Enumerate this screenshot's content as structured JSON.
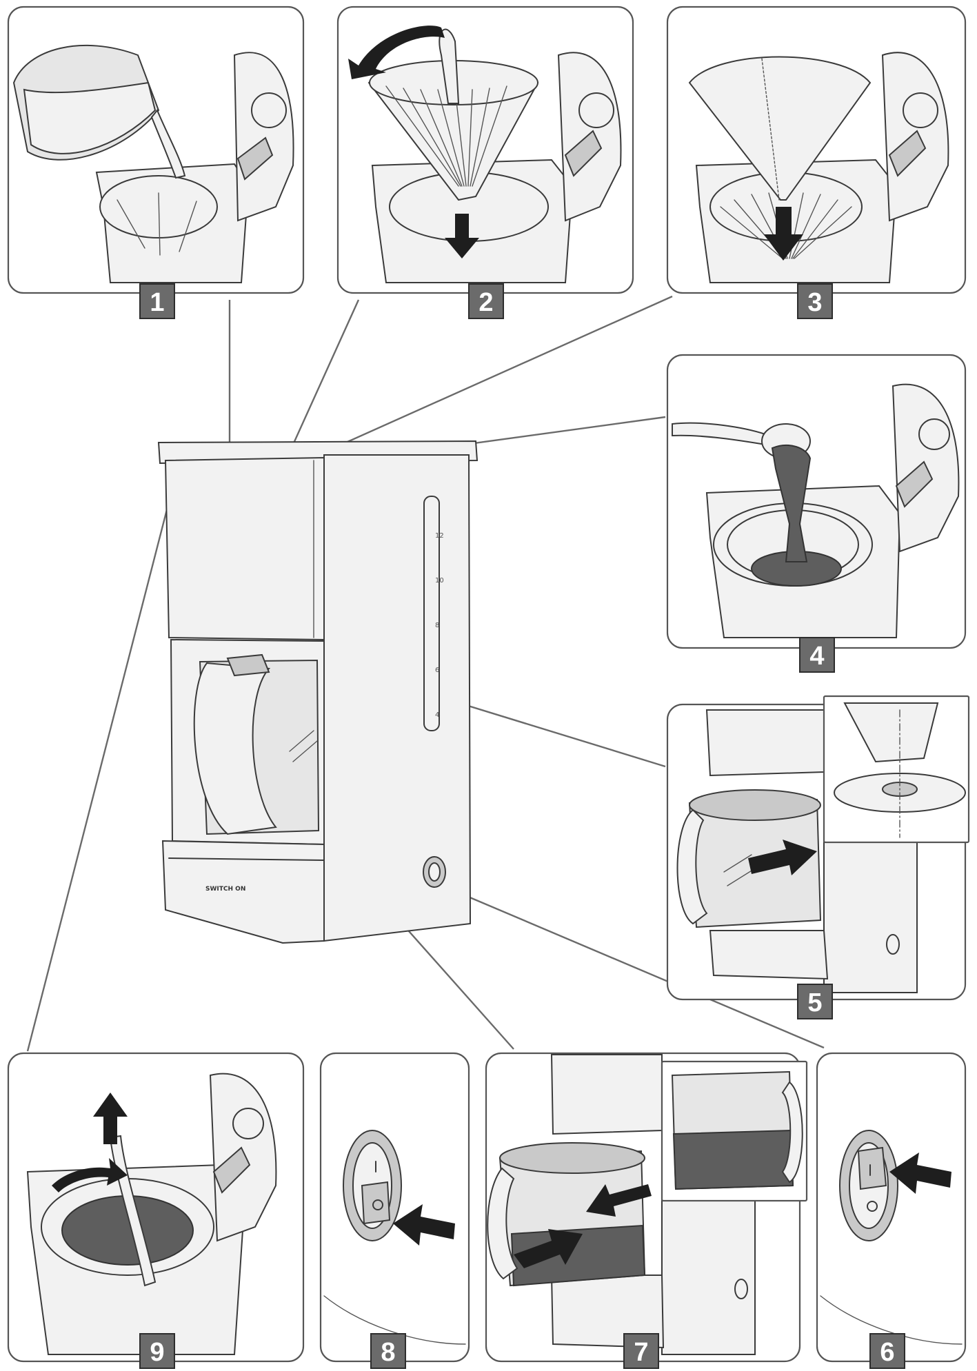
{
  "steps": [
    {
      "number": "1",
      "name": "fill-water-reservoir"
    },
    {
      "number": "2",
      "name": "insert-filter-holder"
    },
    {
      "number": "3",
      "name": "insert-paper-filter"
    },
    {
      "number": "4",
      "name": "add-ground-coffee"
    },
    {
      "number": "5",
      "name": "place-carafe"
    },
    {
      "number": "6",
      "name": "switch-on"
    },
    {
      "number": "7",
      "name": "remove-carafe"
    },
    {
      "number": "8",
      "name": "switch-off"
    },
    {
      "number": "9",
      "name": "remove-filter"
    }
  ],
  "machine": {
    "brand_logo": "SWITCH ON",
    "scale_marks": [
      "12",
      "10",
      "8",
      "6",
      "4"
    ]
  },
  "colors": {
    "badge": "#6b6b6b",
    "outline": "#3a3a3a",
    "coffee": "#5e5e5e"
  }
}
